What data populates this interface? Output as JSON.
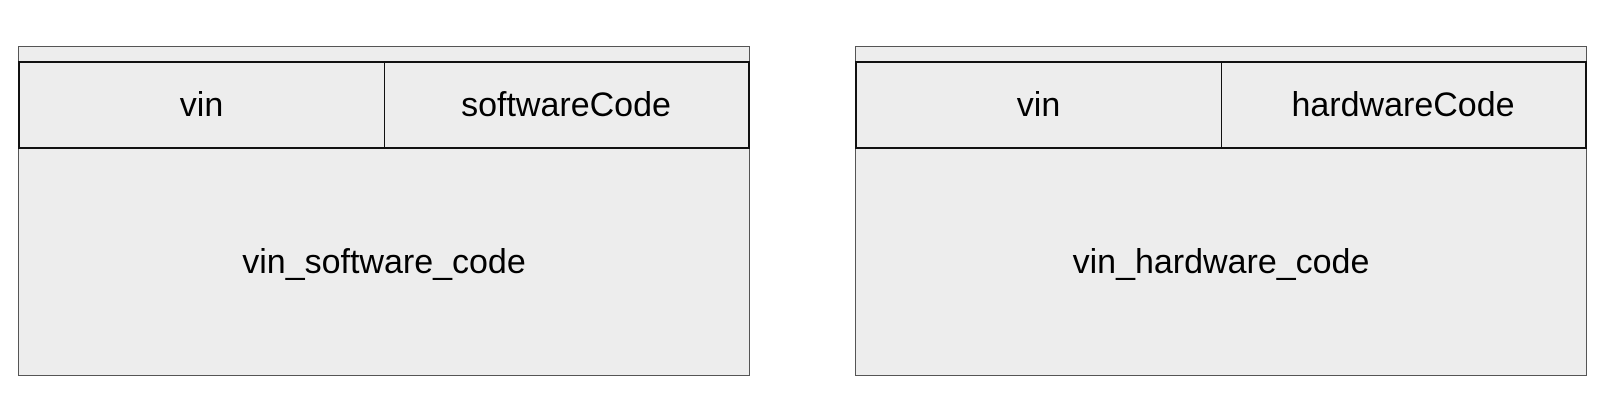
{
  "tables": [
    {
      "name": "vin_software_code",
      "columns": [
        "vin",
        "softwareCode"
      ]
    },
    {
      "name": "vin_hardware_code",
      "columns": [
        "vin",
        "hardwareCode"
      ]
    }
  ],
  "colors": {
    "box_fill": "#ededed",
    "border": "#111111",
    "outer_border": "#555555"
  }
}
